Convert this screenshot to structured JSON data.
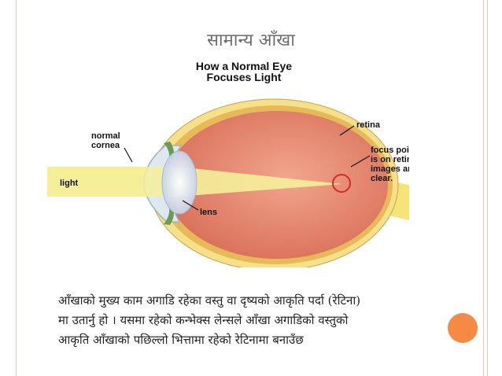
{
  "slide": {
    "title": "सामान्य आँखा",
    "accent_color": "#f58a45",
    "frame_color": "#f1c4b8"
  },
  "diagram": {
    "title_line1": "How a Normal Eye",
    "title_line2": "Focuses Light",
    "labels": {
      "cornea_line1": "normal",
      "cornea_line2": "cornea",
      "light": "light",
      "lens": "lens",
      "retina": "retina",
      "focus_line1": "focus point",
      "focus_line2": "is on retina",
      "focus_line3": "images are",
      "focus_line4": "clear."
    },
    "colors": {
      "sclera": "#f7e08a",
      "interior": "#e98a72",
      "light_beam": "#f5ef9a",
      "cornea": "#dfe8ef",
      "focus_circle": "#d8262a"
    }
  },
  "body": {
    "line1": "आँखाको मुख्य काम अगाडि रहेका वस्तु वा दृष्यको आकृति पर्दा (रेटिना)",
    "line2": "मा उतार्नु हो । यसमा रहेको कन्भेक्स लेन्सले आँखा अगाडिको वस्तुको",
    "line3": "आकृति आँखाको पछिल्लो भित्तामा रहेको रेटिनामा बनाउँछ"
  }
}
